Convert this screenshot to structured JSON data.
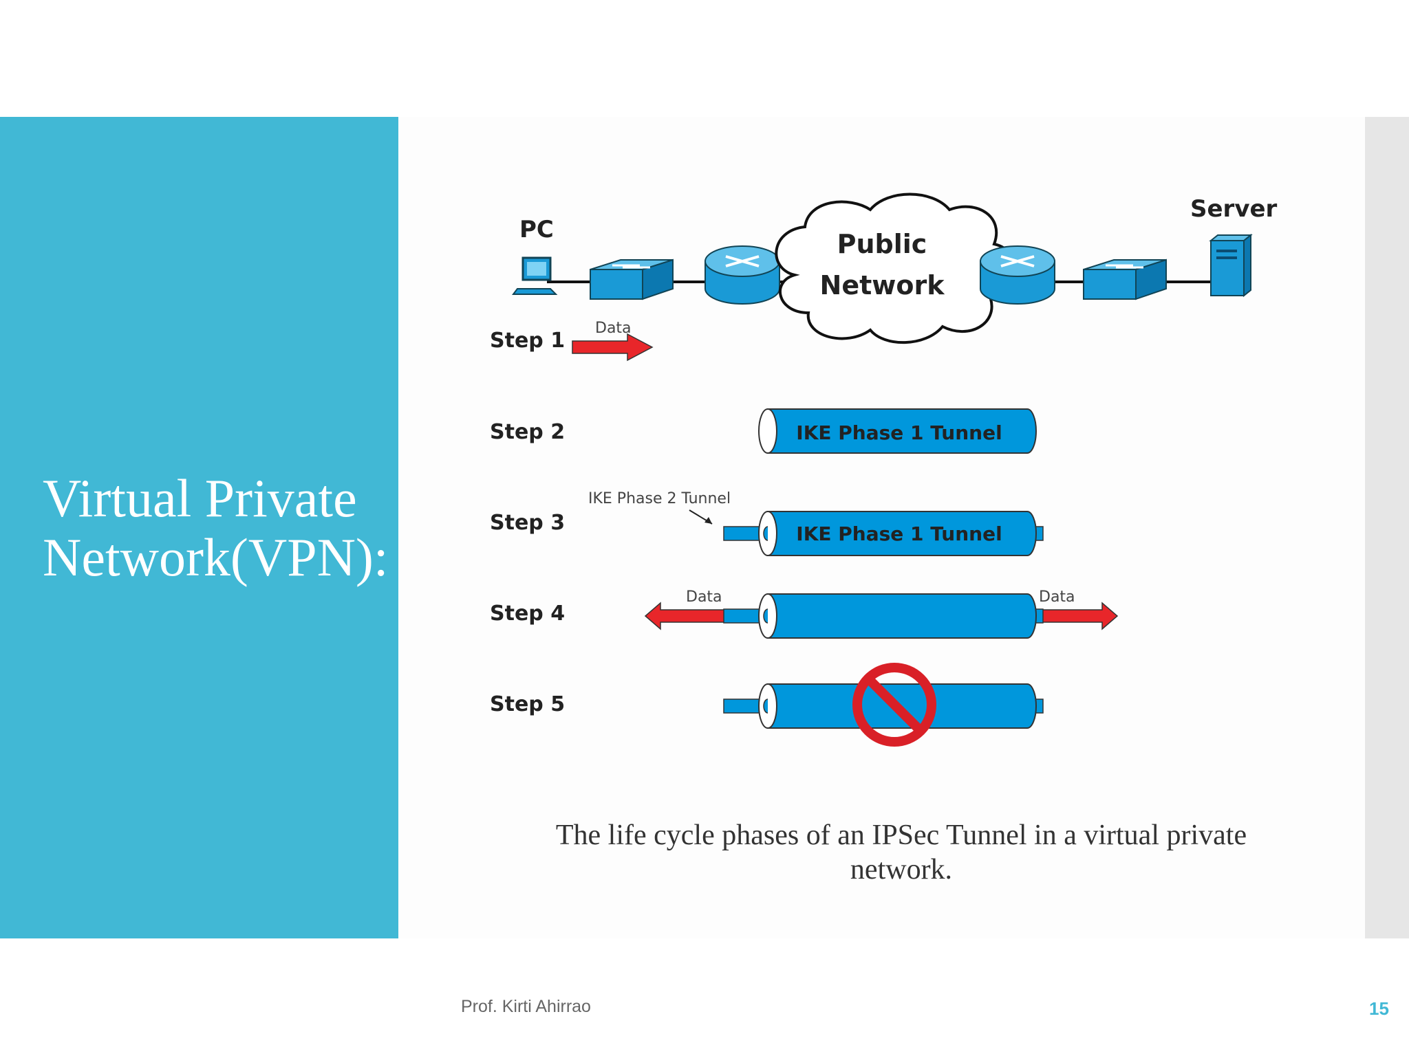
{
  "slide": {
    "title": "Virtual Private Network(VPN):",
    "caption": "The life cycle phases of an IPSec Tunnel in a virtual private network.",
    "author": "Prof. Kirti Ahirrao",
    "page_number": "15"
  },
  "diagram": {
    "pc_label": "PC",
    "server_label": "Server",
    "cloud_line1": "Public",
    "cloud_line2": "Network",
    "steps": [
      "Step 1",
      "Step 2",
      "Step 3",
      "Step 4",
      "Step 5"
    ],
    "data_label": "Data",
    "ike1_label": "IKE Phase 1 Tunnel",
    "ike2_label": "IKE Phase 2 Tunnel"
  },
  "colors": {
    "panel": "#41b8d5",
    "tunnel": "#0097dc",
    "arrow": "#e8262a",
    "device": "#1a9ad6"
  }
}
